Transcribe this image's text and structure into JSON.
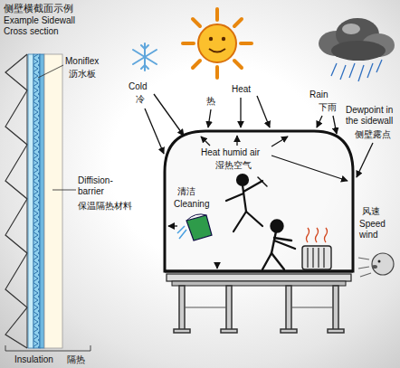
{
  "diagram": {
    "labels": [
      "侧壁横截面示例",
      "Example Sidewall Cross section",
      "Moniflex",
      "沥水板",
      "Diffision-barrier",
      "保温隔热材料",
      "Cold",
      "冷",
      "热",
      "Heat",
      "Rain",
      "下雨",
      "Heat humid air",
      "湿热空气",
      "Dewpoint in the sidewall",
      "侧壁露点",
      "清洁",
      "Cleaning",
      "风速",
      "Speed wind",
      "Insulation",
      "隔热"
    ]
  }
}
